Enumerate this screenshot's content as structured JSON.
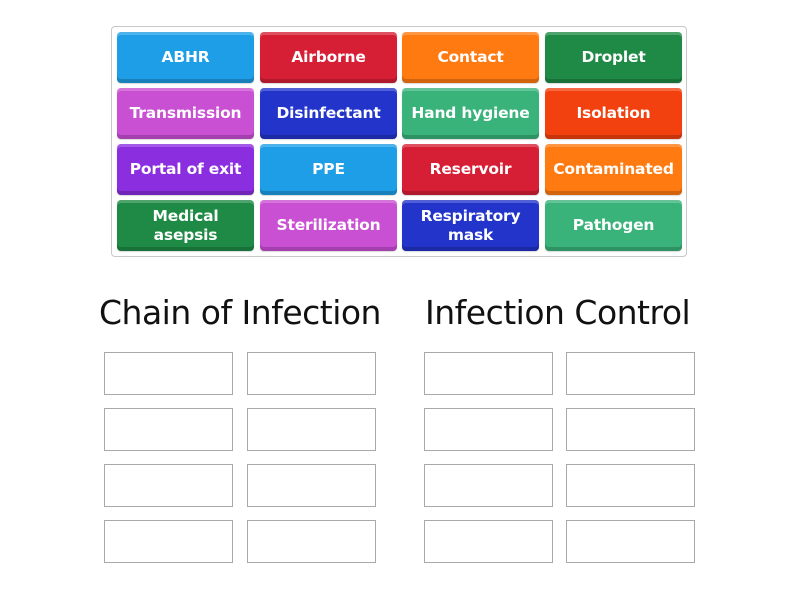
{
  "tiles": [
    {
      "label": "ABHR",
      "color": "#1e9ee6"
    },
    {
      "label": "Airborne",
      "color": "#d61f35"
    },
    {
      "label": "Contact",
      "color": "#ff7a10"
    },
    {
      "label": "Droplet",
      "color": "#1e8a45"
    },
    {
      "label": "Transmission",
      "color": "#c94fd3"
    },
    {
      "label": "Disinfectant",
      "color": "#2234c9"
    },
    {
      "label": "Hand hygiene",
      "color": "#39b37a"
    },
    {
      "label": "Isolation",
      "color": "#f2400f"
    },
    {
      "label": "Portal of exit",
      "color": "#8a2ee0"
    },
    {
      "label": "PPE",
      "color": "#1e9ee6"
    },
    {
      "label": "Reservoir",
      "color": "#d61f35"
    },
    {
      "label": "Contaminated",
      "color": "#ff7a10"
    },
    {
      "label": "Medical asepsis",
      "color": "#1e8a45"
    },
    {
      "label": "Sterilization",
      "color": "#c94fd3"
    },
    {
      "label": "Respiratory mask",
      "color": "#2234c9"
    },
    {
      "label": "Pathogen",
      "color": "#39b37a"
    }
  ],
  "groups": [
    {
      "title": "Chain of Infection",
      "slots": 8
    },
    {
      "title": "Infection Control",
      "slots": 8
    }
  ]
}
